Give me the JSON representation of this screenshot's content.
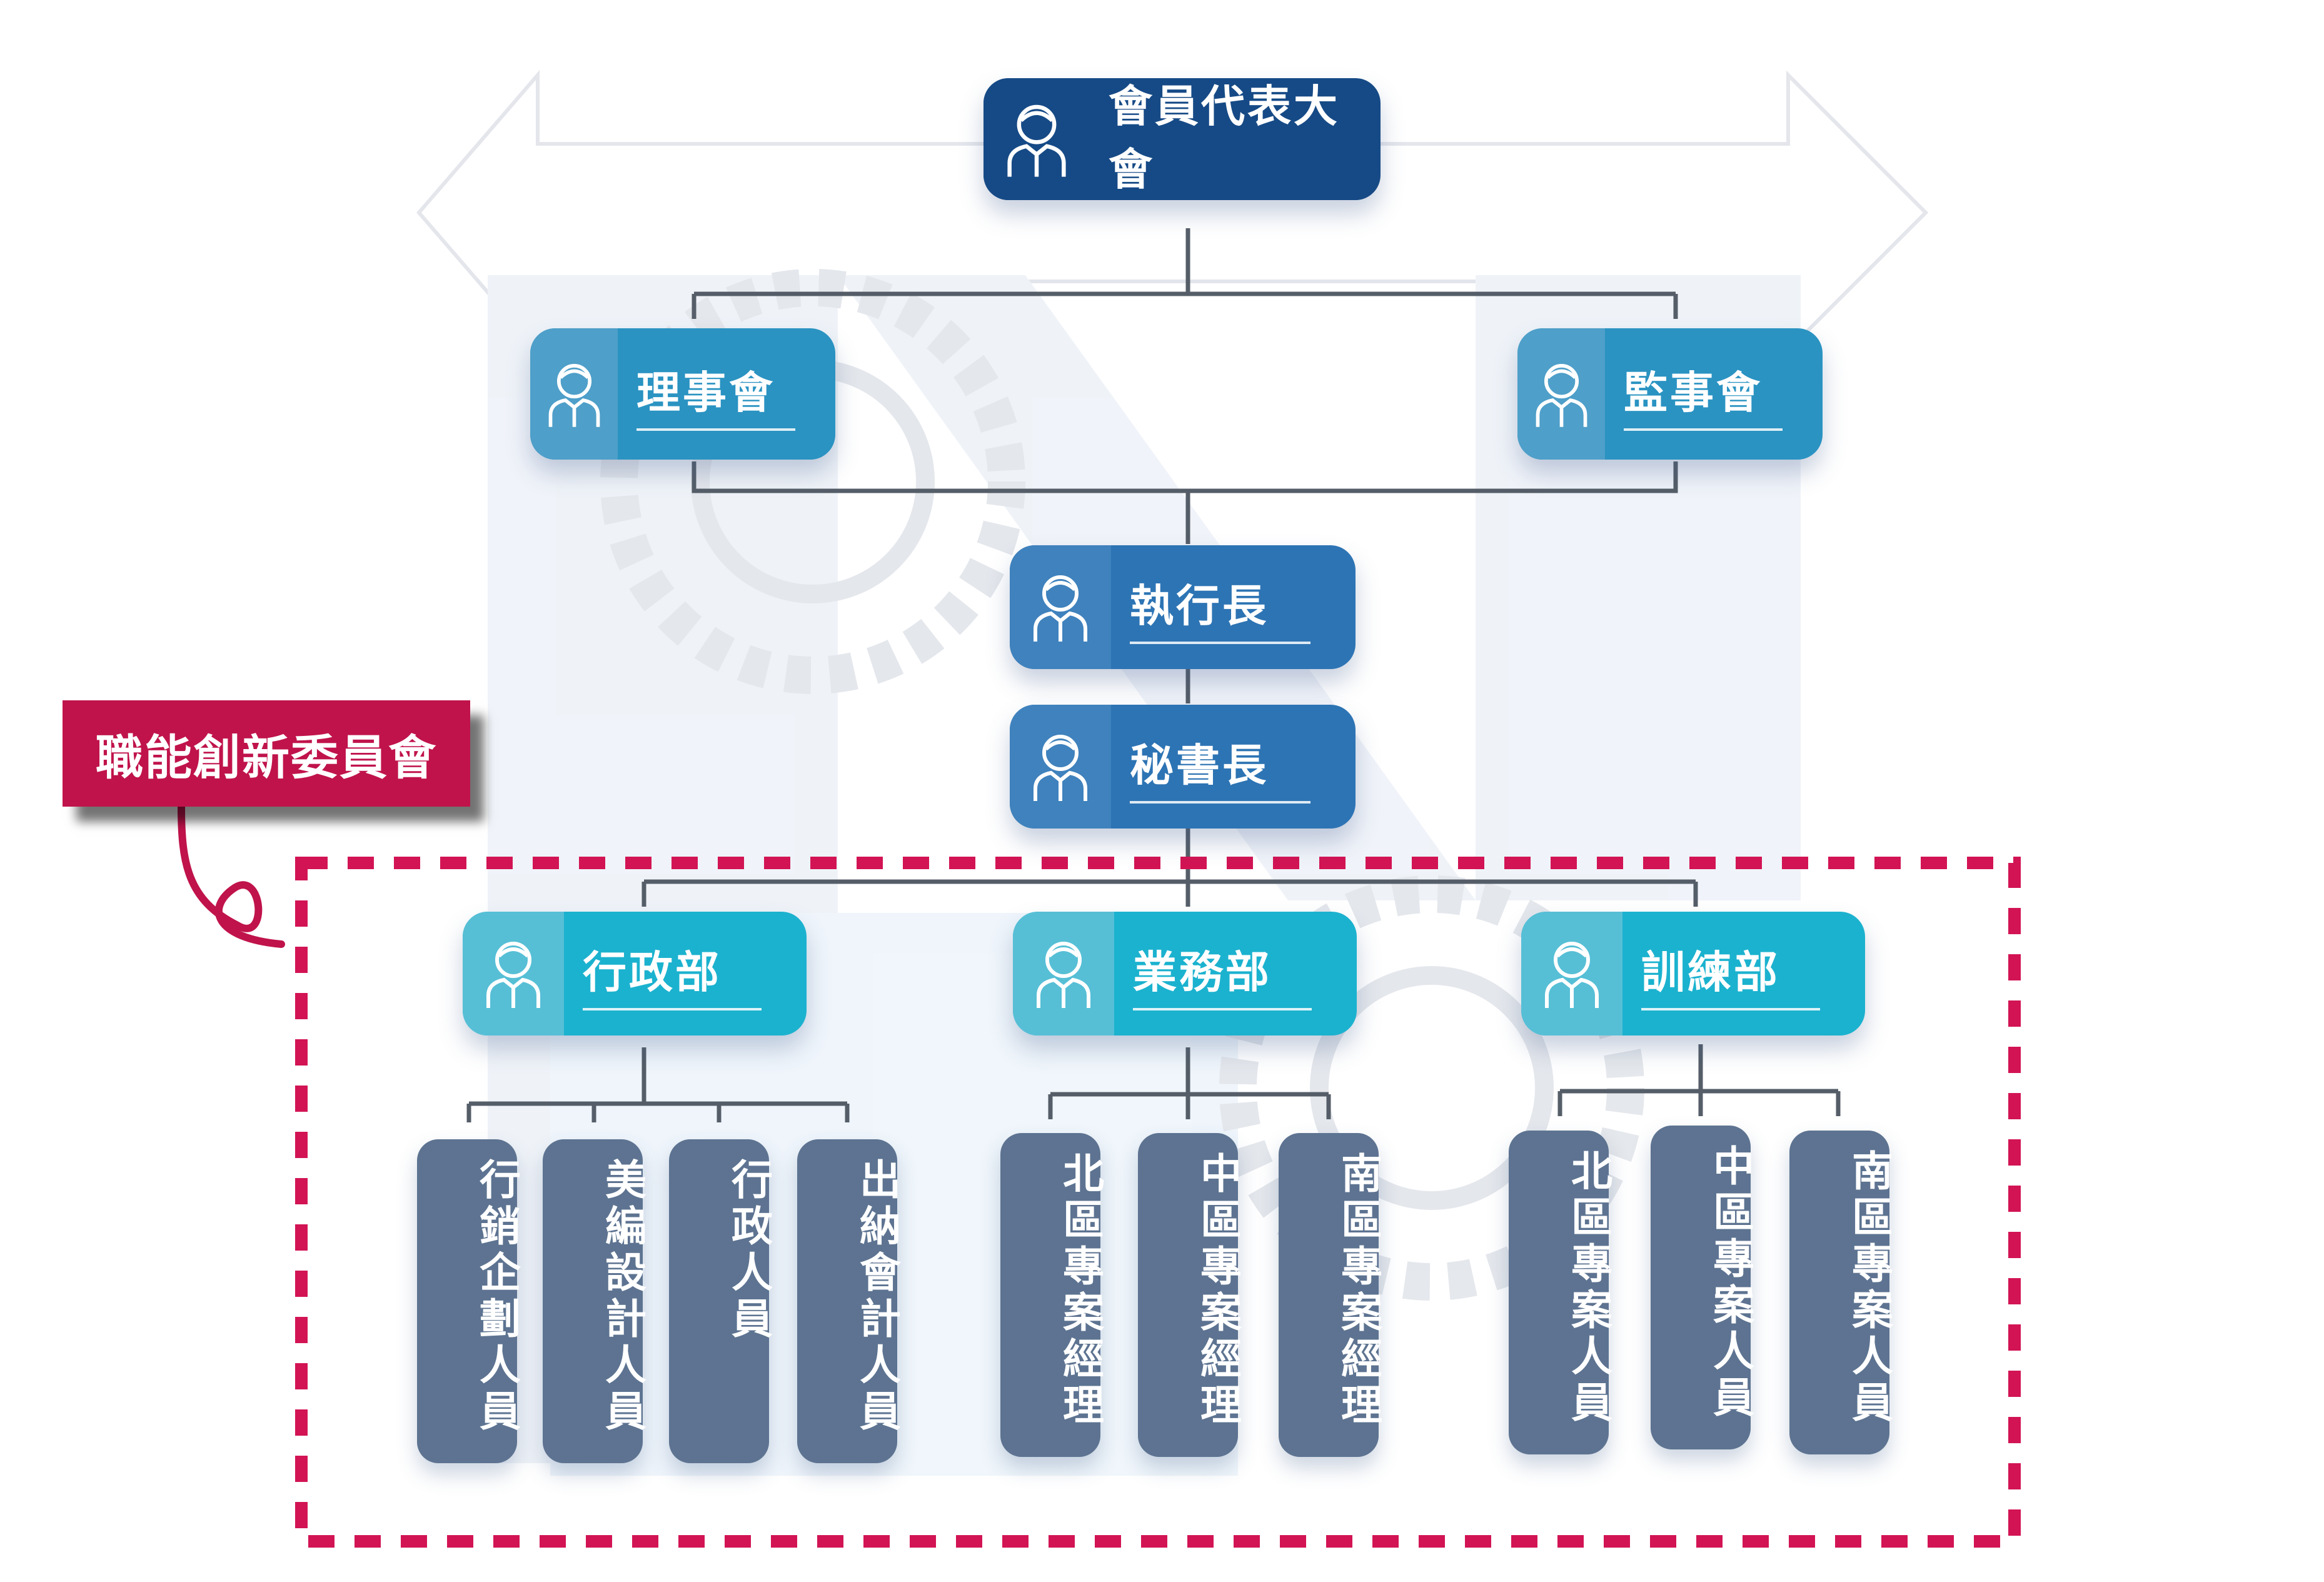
{
  "colors": {
    "top": "#164a86",
    "second": "#2a93c2",
    "exec": "#2d74b4",
    "dept": "#1bb2cf",
    "leaf": "#5d7391",
    "line": "#555e68",
    "committee": "#c0134b",
    "dash": "#d21454"
  },
  "icon": "person-icon",
  "assembly": {
    "label": "會員代表大會"
  },
  "board": {
    "label": "理事會"
  },
  "supervisors": {
    "label": "監事會"
  },
  "ceo": {
    "label": "執行長"
  },
  "secretary": {
    "label": "秘書長"
  },
  "committee": {
    "label": "職能創新委員會"
  },
  "departments": [
    {
      "label": "行政部",
      "staff": [
        "行銷企劃人員",
        "美編設計人員",
        "行政人員",
        "出納會計人員"
      ]
    },
    {
      "label": "業務部",
      "staff": [
        "北區專案經理",
        "中區專案經理",
        "南區專案經理"
      ]
    },
    {
      "label": "訓練部",
      "staff": [
        "北區專案人員",
        "中區專案人員",
        "南區專案人員"
      ]
    }
  ]
}
